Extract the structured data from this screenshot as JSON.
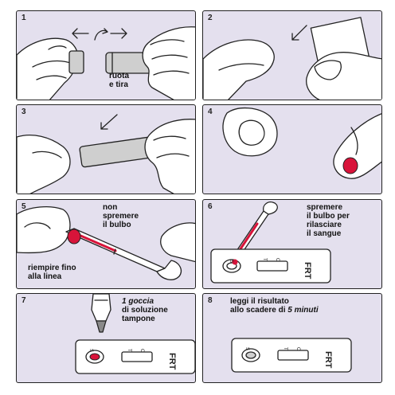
{
  "steps": [
    {
      "number": "1",
      "caption_lines": [
        "ruota",
        "e tira"
      ]
    },
    {
      "number": "2"
    },
    {
      "number": "3"
    },
    {
      "number": "4"
    },
    {
      "number": "5",
      "caption_a_lines": [
        "non",
        "spremere",
        "il bulbo"
      ],
      "caption_b_lines": [
        "riempire fino",
        "alla linea"
      ]
    },
    {
      "number": "6",
      "caption_lines": [
        "spremere",
        "il bulbo per",
        "rilasciare",
        "il sangue"
      ]
    },
    {
      "number": "7",
      "caption_em": "1 goccia",
      "caption_lines": [
        "di soluzione",
        "tampone"
      ]
    },
    {
      "number": "8",
      "caption_line1": "leggi il risultato",
      "caption_line2_pre": "allo scadere di ",
      "caption_line2_em": "5 minuti"
    }
  ],
  "device": {
    "brand": "FRT",
    "sample_mark": "S",
    "control_mark": "C",
    "test_mark": "T"
  },
  "colors": {
    "panel_bg": "#e4e0ee",
    "outline": "#222222",
    "blood": "#d8143a",
    "skin": "#ffffff",
    "cap_grey": "#cfcfcf",
    "device_bg": "#ffffff"
  }
}
